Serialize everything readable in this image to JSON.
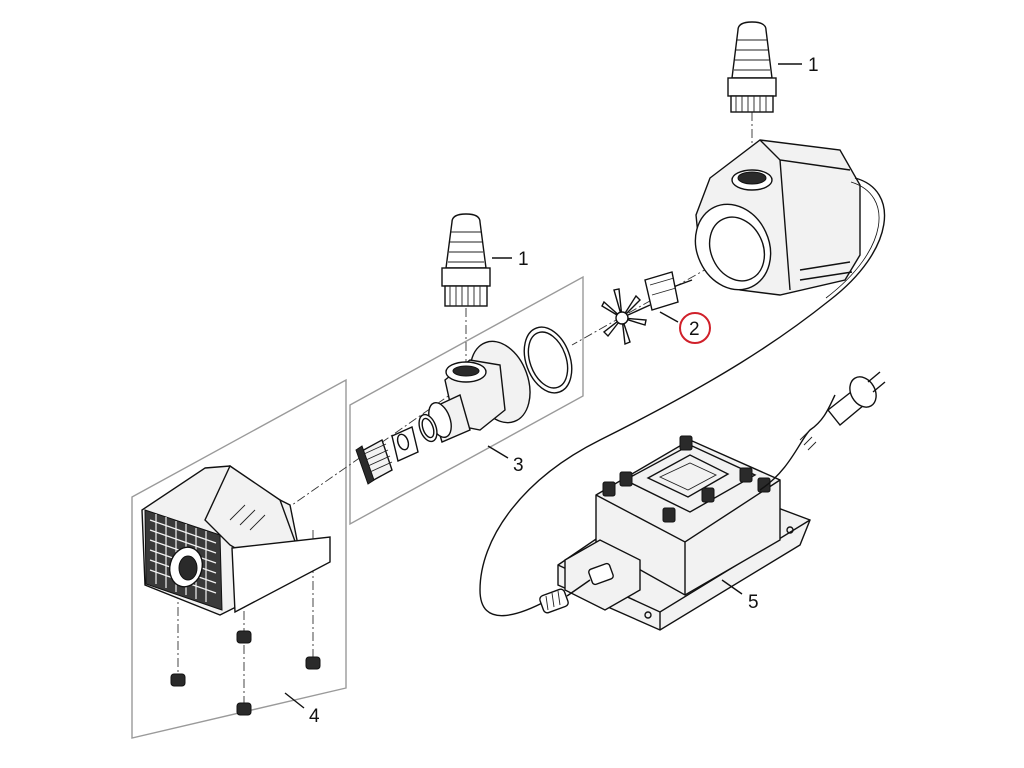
{
  "diagram": {
    "labels": {
      "part_1_top": "1",
      "part_1_mid": "1",
      "part_2": "2",
      "part_3": "3",
      "part_4": "4",
      "part_5": "5"
    },
    "highlight_color": "#d0202a"
  }
}
